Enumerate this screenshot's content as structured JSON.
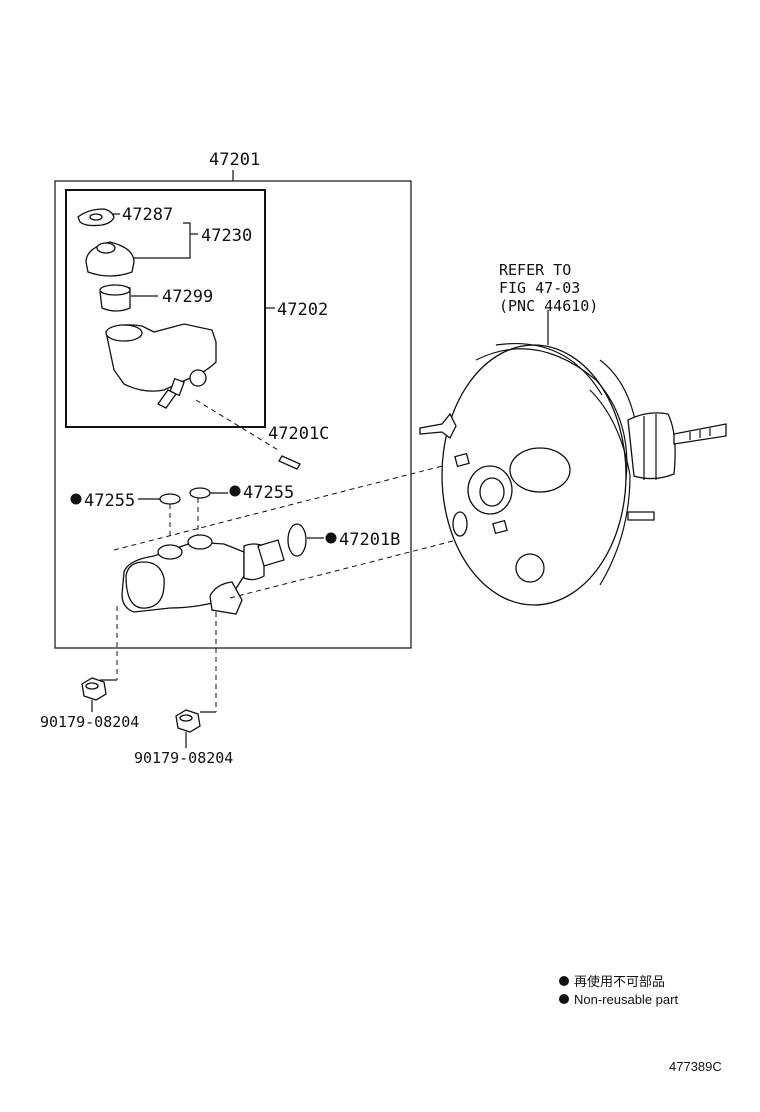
{
  "labels": {
    "assy": "47201",
    "reservoir_assy": "47202",
    "gasket": "47287",
    "cap": "47230",
    "strainer": "47299",
    "pin": "47201C",
    "seal_left": "47255",
    "seal_right": "47255",
    "oring": "47201B",
    "nut_1": "90179-08204",
    "nut_2": "90179-08204"
  },
  "refer": {
    "line1": "REFER TO",
    "line2": "FIG 47-03",
    "line3": "(PNC 44610)"
  },
  "legend": {
    "jp": "再使用不可部品",
    "en": "Non-reusable part"
  },
  "figure_code": "477389C"
}
